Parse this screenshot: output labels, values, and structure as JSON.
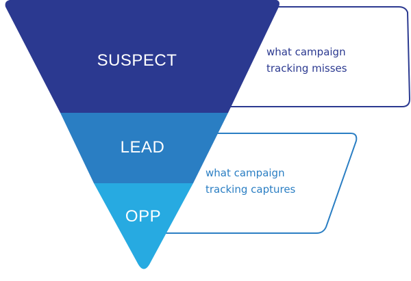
{
  "funnel": {
    "stages": [
      {
        "label": "SUSPECT",
        "color": "#2b3990"
      },
      {
        "label": "LEAD",
        "color": "#2a7ec3"
      },
      {
        "label": "OPP",
        "color": "#27aae1"
      }
    ]
  },
  "callouts": [
    {
      "lines": [
        "what campaign",
        "tracking misses"
      ],
      "color": "#2b3990"
    },
    {
      "lines": [
        "what campaign",
        "tracking captures"
      ],
      "color": "#2a7ec3"
    }
  ]
}
